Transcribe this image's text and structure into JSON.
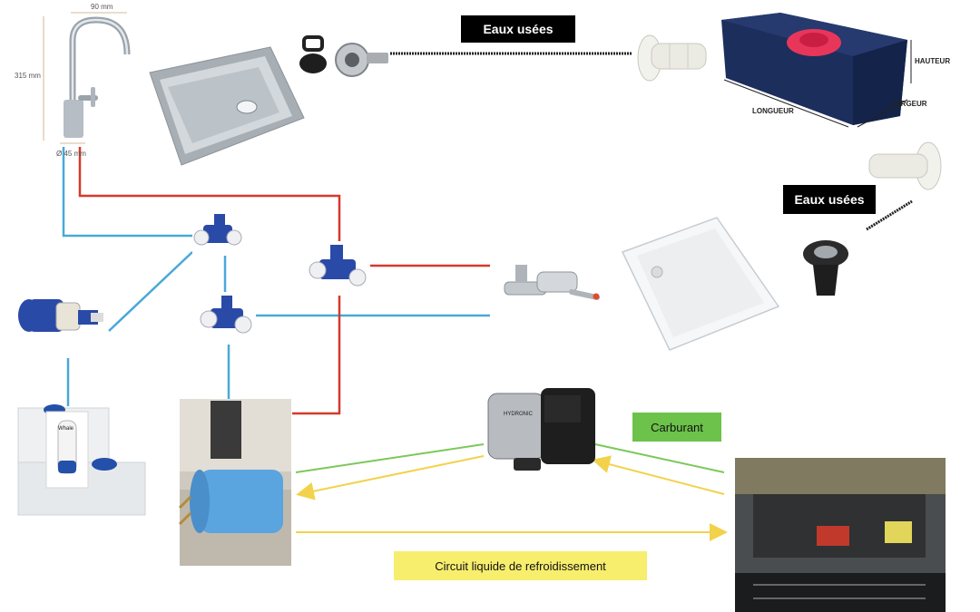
{
  "labels": {
    "eaux_usees_1": "Eaux usées",
    "eaux_usees_2": "Eaux usées",
    "carburant": "Carburant",
    "circuit": "Circuit liquide de refroidissement"
  },
  "dimensions": {
    "faucet_width": "90 mm",
    "faucet_height": "315 mm",
    "faucet_diameter": "Ø 45 mm",
    "tank_height": "HAUTEUR",
    "tank_width": "LARGEUR",
    "tank_length": "LONGUEUR"
  },
  "heater_brand": "HYDRONIC",
  "pump_brand": "Whale",
  "colors": {
    "cold_water": "#4aa8d8",
    "hot_water": "#d6392b",
    "fuel": "#7cc85a",
    "coolant": "#f2d24b",
    "waste": "#222222"
  }
}
